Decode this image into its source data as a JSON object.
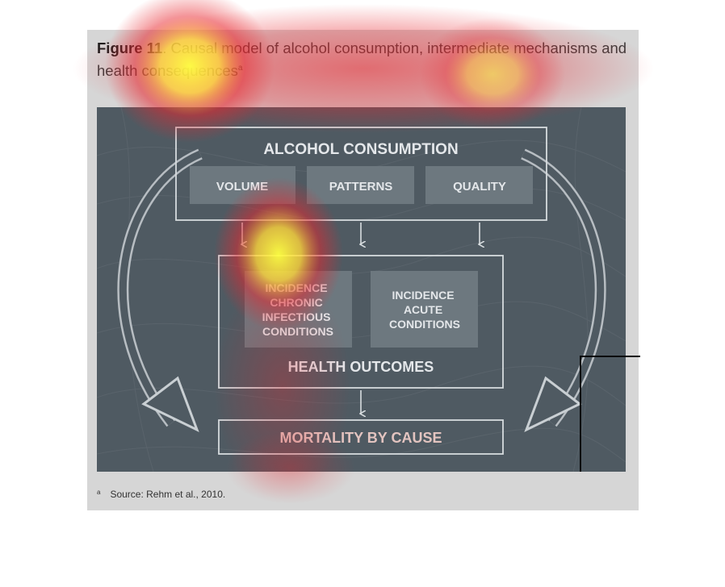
{
  "caption": {
    "label": "Figure 11",
    "text": ". Causal model of alcohol consumption, intermediate mechanisms and health consequences",
    "marker": "a"
  },
  "diagram": {
    "top_box": {
      "title": "ALCOHOL CONSUMPTION",
      "items": [
        "VOLUME",
        "PATTERNS",
        "QUALITY"
      ]
    },
    "middle_box": {
      "title": "HEALTH OUTCOMES",
      "items": [
        {
          "lines": [
            "INCIDENCE",
            "CHRONIC",
            "INFECTIOUS",
            "CONDITIONS"
          ]
        },
        {
          "lines": [
            "INCIDENCE",
            "ACUTE",
            "CONDITIONS"
          ]
        }
      ]
    },
    "bottom_box": {
      "title": "MORTALITY BY CAUSE"
    }
  },
  "footnote": {
    "marker": "a",
    "text": "Source: Rehm et al., 2010."
  },
  "colors": {
    "diagram_bg": "#4f5a62",
    "sub_box": "#6d787f",
    "text_light": "#e4e7ea",
    "text_mortality": "#e3c4c0",
    "heat_red": "#e8262e",
    "heat_yellow": "#ffff40"
  }
}
